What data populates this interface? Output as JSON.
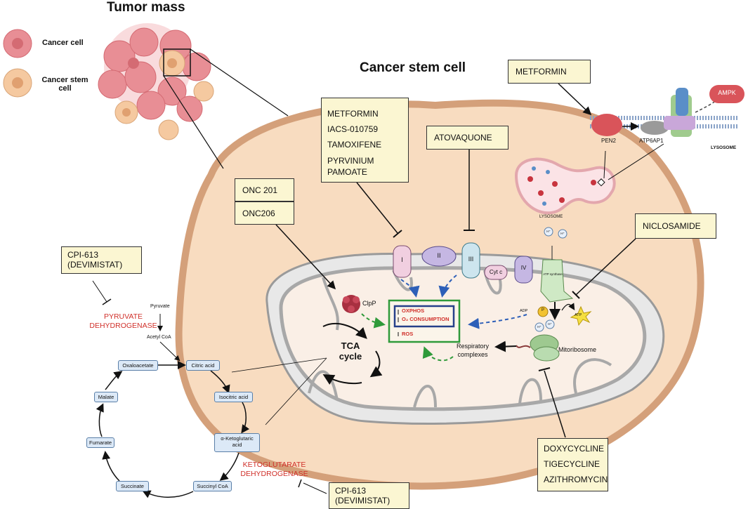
{
  "header": {
    "tumor_mass_title": "Tumor mass",
    "cancer_stem_cell_title": "Cancer stem cell"
  },
  "legend": {
    "cancer_cell": "Cancer cell",
    "cancer_stem_cell": "Cancer stem cell"
  },
  "drug_boxes": {
    "metformin_lysosome": "METFORMIN",
    "complex_i_inhibitors": [
      "METFORMIN",
      "IACS-010759",
      "TAMOXIFENE",
      "PYRVINIUM PAMOATE"
    ],
    "atovaquone": "ATOVAQUONE",
    "onc201": "ONC 201",
    "onc206": "ONC206",
    "niclosamide": "NICLOSAMIDE",
    "cpi613_pdh": [
      "CPI-613",
      "(DEVIMISTAT)"
    ],
    "cpi613_kgdh": [
      "CPI-613",
      "(DEVIMISTAT)"
    ],
    "ribosome_inhibitors": [
      "DOXYCYCLINE",
      "TIGECYCLINE",
      "AZITHROMYCIN"
    ]
  },
  "lysosome_panel": {
    "pen2": "PEN2",
    "atp6ap1": "ATP6AP1",
    "ampk": "AMPK",
    "lysosome_label": "LYSOSOME",
    "lysosome_small": "LYSOSOME"
  },
  "mitochondria": {
    "complexes": [
      "I",
      "II",
      "III",
      "Cyt c",
      "IV"
    ],
    "atp_synthase": "ATP synthase",
    "clpp": "ClpP",
    "tca_cycle": "TCA cycle",
    "effects": [
      "OXPHOS",
      "O₂ CONSUMPTION",
      "ROS"
    ],
    "respiratory_complexes": "Respiratory complexes",
    "mitoribosome": "Mitoribosome",
    "adp": "ADP",
    "p": "P",
    "atp": "ATP",
    "h_plus": "H⁺"
  },
  "tca_pathway": {
    "pyruvate": "Pyruvate",
    "acetyl_coa": "Acetyl CoA",
    "pyruvate_dehydrogenase": "PYRUVATE DEHYDROGENASE",
    "ketoglutarate_dehydrogenase": "KETOGLUTARATE DEHYDROGENASE",
    "nodes": [
      "Oxaloacetate",
      "Citric acid",
      "Isocitric acid",
      "α-Ketoglutaric acid",
      "Succinyl CoA",
      "Succinate",
      "Fumarate",
      "Malate"
    ]
  },
  "colors": {
    "cell_fill": "#f8dcc0",
    "cell_border": "#d4a07a",
    "cancer_cell": "#e88e95",
    "stem_cell": "#f5c9a0",
    "enzyme_red": "#d0302a",
    "box_fill": "#fbf6d2",
    "effect_box": "#26408a",
    "effect_green": "#2f9a3a"
  }
}
